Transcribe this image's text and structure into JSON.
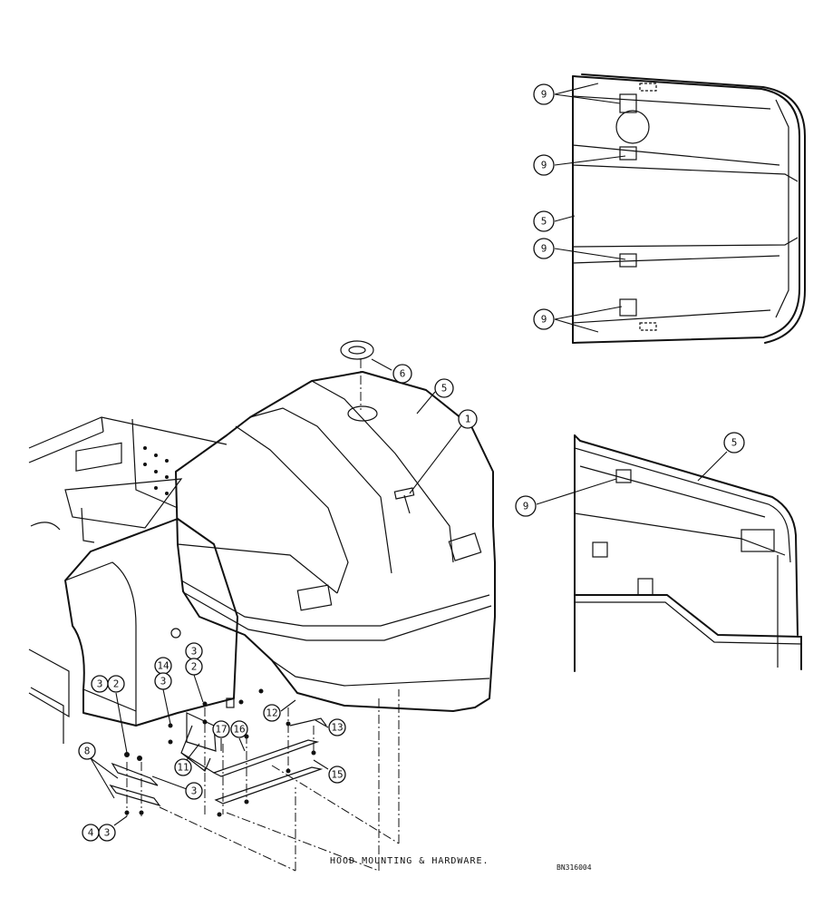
{
  "caption": "HOOD MOUNTING & HARDWARE.",
  "drawing_code": "BN316004",
  "callouts": {
    "top9a": "9",
    "top9b": "9",
    "top5": "5",
    "top9c": "9",
    "top9d": "9",
    "side5": "5",
    "side9": "9",
    "iso6": "6",
    "iso5": "5",
    "iso1": "1",
    "c3a": "3",
    "c2a": "2",
    "c14": "14",
    "c3b": "3",
    "c3c": "3",
    "c2b": "2",
    "c17": "17",
    "c16": "16",
    "c12": "12",
    "c13": "13",
    "c11": "11",
    "c15": "15",
    "c8": "8",
    "c3d": "3",
    "c4": "4",
    "c3e": "3"
  }
}
